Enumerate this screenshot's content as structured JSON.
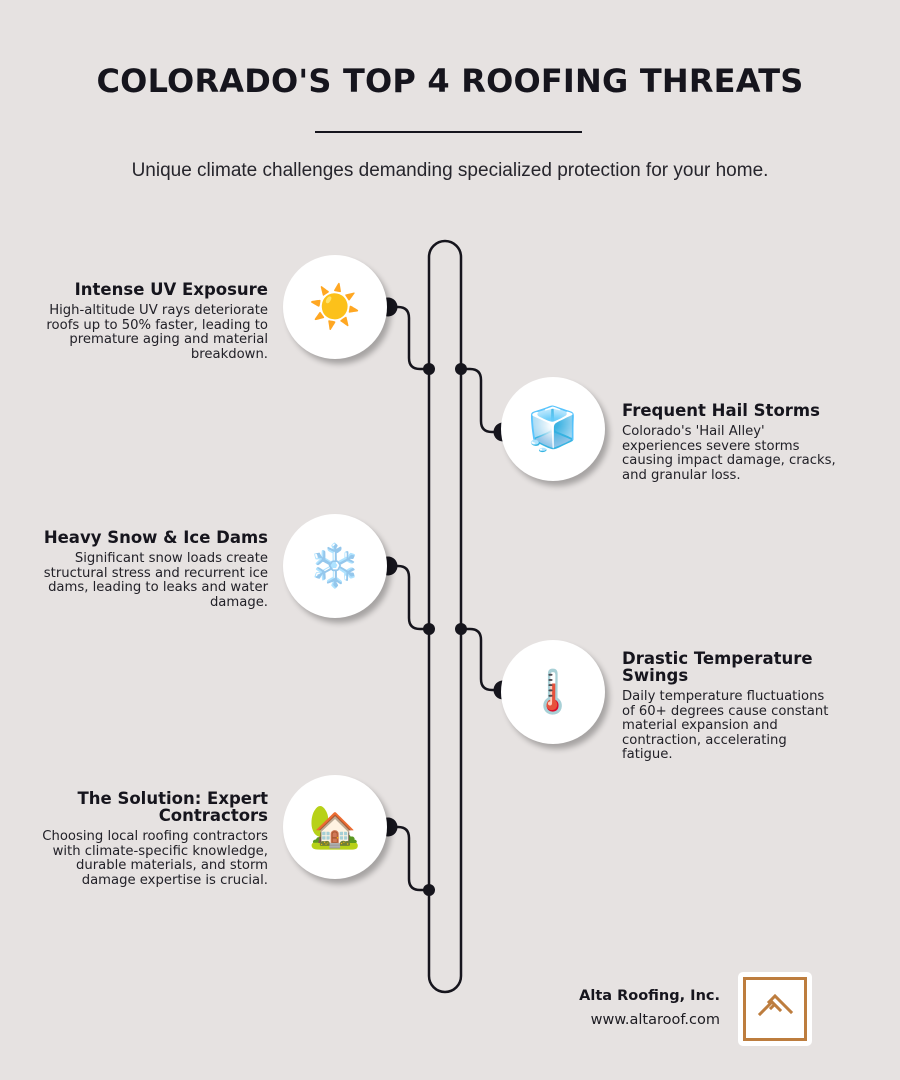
{
  "header": {
    "title": "COLORADO'S TOP 4 ROOFING THREATS",
    "subtitle": "Unique climate challenges demanding specialized protection for your home."
  },
  "items": [
    {
      "side": "left",
      "icon": "sun-icon",
      "glyph": "☀️",
      "title": "Intense UV Exposure",
      "body": "High-altitude UV rays deteriorate roofs up to 50% faster, leading to premature aging and material breakdown."
    },
    {
      "side": "right",
      "icon": "ice-cube-icon",
      "glyph": "🧊",
      "title": "Frequent Hail Storms",
      "body": "Colorado's 'Hail Alley' experiences severe storms causing impact damage, cracks, and granular loss."
    },
    {
      "side": "left",
      "icon": "snowflake-icon",
      "glyph": "❄️",
      "title": "Heavy Snow & Ice Dams",
      "body": "Significant snow loads create structural stress and recurrent ice dams, leading to leaks and water damage."
    },
    {
      "side": "right",
      "icon": "thermometer-icon",
      "glyph": "🌡️",
      "title": "Drastic Temperature Swings",
      "body": "Daily temperature fluctuations of 60+ degrees cause constant material expansion and contraction, accelerating fatigue."
    },
    {
      "side": "left",
      "icon": "house-with-garden-icon",
      "glyph": "🏡",
      "title": "The Solution: Expert Contractors",
      "body": "Choosing local roofing contractors with climate-specific knowledge, durable materials, and storm damage expertise is crucial."
    }
  ],
  "footer": {
    "company": "Alta Roofing, Inc.",
    "url": "www.altaroof.com"
  },
  "colors": {
    "background": "#e6e2e1",
    "ink": "#16151d",
    "logo_accent": "#bd7d3e"
  }
}
